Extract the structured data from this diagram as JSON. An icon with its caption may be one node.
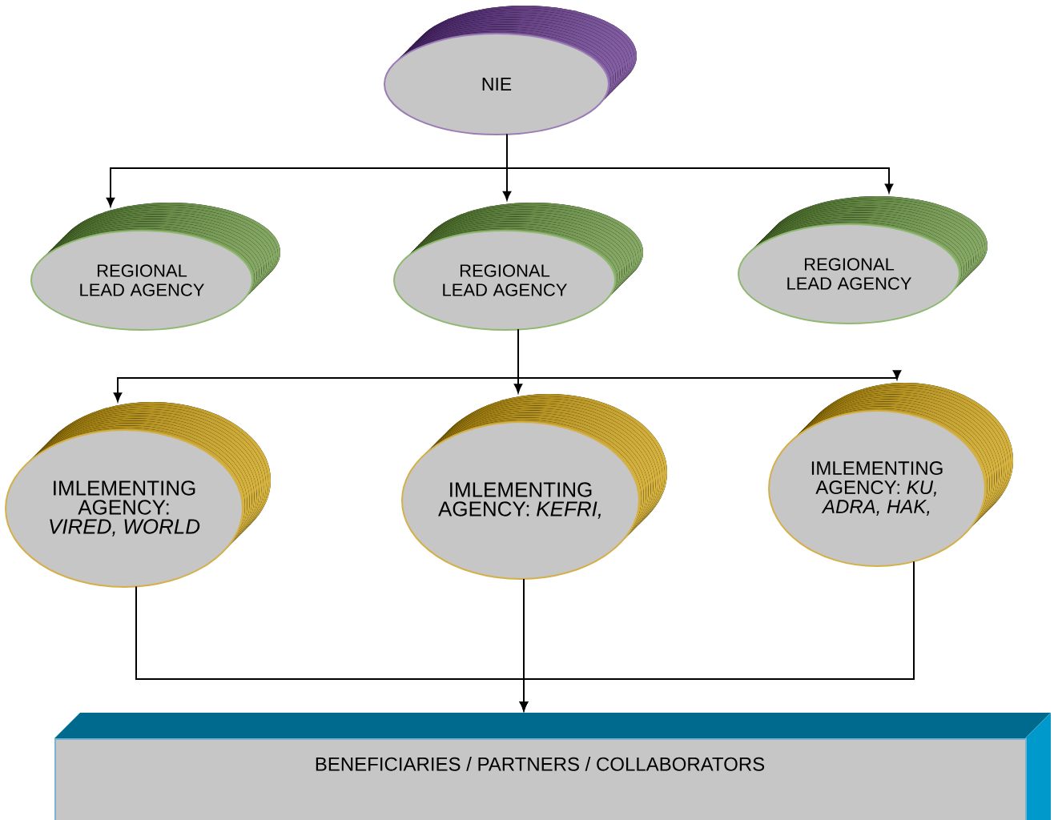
{
  "diagram": {
    "nodes": [
      {
        "text": [
          "NIE"
        ]
      },
      {
        "text": [
          "REGIONAL LEAD AGENCY"
        ]
      },
      {
        "text": [
          "REGIONAL LEAD AGENCY"
        ]
      },
      {
        "text": [
          "REGIONAL LEAD AGENCY"
        ]
      },
      {
        "text": [
          "IMLEMENTING AGENCY: *VIRED, WORLD*"
        ]
      },
      {
        "text": [
          "IMLEMENTING AGENCY: *KEFRI,*"
        ]
      },
      {
        "text": [
          "IMLEMENTING AGENCY: *KU, ADRA, HAK,*"
        ]
      },
      {
        "text": [
          "BENEFICIARIES / PARTNERS / COLLABORATORS"
        ]
      }
    ],
    "edges": [
      {
        "from": 0,
        "to": 1,
        "arrow": "to"
      },
      {
        "from": 0,
        "to": 2,
        "arrow": "to"
      },
      {
        "from": 0,
        "to": 3,
        "arrow": "to"
      },
      {
        "from": 2,
        "to": 4,
        "arrow": "to"
      },
      {
        "from": 2,
        "to": 5,
        "arrow": "to"
      },
      {
        "from": 2,
        "to": 6,
        "arrow": "to"
      },
      {
        "from": 4,
        "to": 7,
        "arrow": "to"
      },
      {
        "from": 5,
        "to": 7,
        "arrow": "to"
      },
      {
        "from": 6,
        "to": 7,
        "arrow": "to"
      }
    ]
  }
}
